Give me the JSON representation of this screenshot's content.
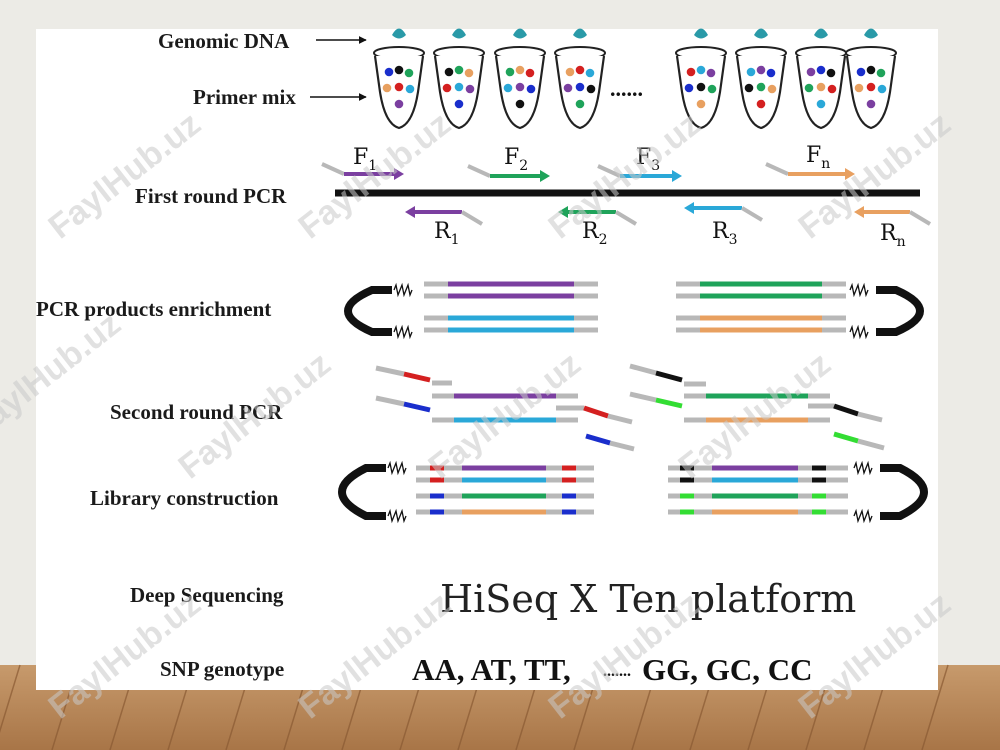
{
  "labels": {
    "genomic_dna": "Genomic DNA",
    "primer_mix": "Primer mix",
    "first_round": "First round PCR",
    "enrichment": "PCR products enrichment",
    "second_round": "Second round PCR",
    "library": "Library construction",
    "deep_seq": "Deep Sequencing",
    "snp": "SNP genotype"
  },
  "ellipsis": "......",
  "primers": {
    "forward": [
      {
        "base": "F",
        "sub": "1",
        "color": "#7b3fa0"
      },
      {
        "base": "F",
        "sub": "2",
        "color": "#1fa35a"
      },
      {
        "base": "F",
        "sub": "3",
        "color": "#2aa8d8"
      },
      {
        "base": "F",
        "sub": "n",
        "color": "#e8a060"
      }
    ],
    "reverse": [
      {
        "base": "R",
        "sub": "1",
        "color": "#7b3fa0"
      },
      {
        "base": "R",
        "sub": "2",
        "color": "#1fa35a"
      },
      {
        "base": "R",
        "sub": "3",
        "color": "#2aa8d8"
      },
      {
        "base": "R",
        "sub": "n",
        "color": "#e8a060"
      }
    ]
  },
  "platform": "HiSeq X Ten platform",
  "genotypes": {
    "left": "AA, AT, TT,",
    "dots": ".......",
    "right": "GG, GC, CC"
  },
  "watermark": "FaylHub.uz",
  "colors": {
    "purple": "#7b3fa0",
    "green": "#1fa35a",
    "blue": "#2aa8d8",
    "orange": "#e8a060",
    "red": "#d42020",
    "index_blue": "#1a2ecc",
    "index_green": "#33dd33",
    "black": "#111111",
    "gray": "#b8b8b8",
    "tube_teal": "#2a9aa8"
  }
}
